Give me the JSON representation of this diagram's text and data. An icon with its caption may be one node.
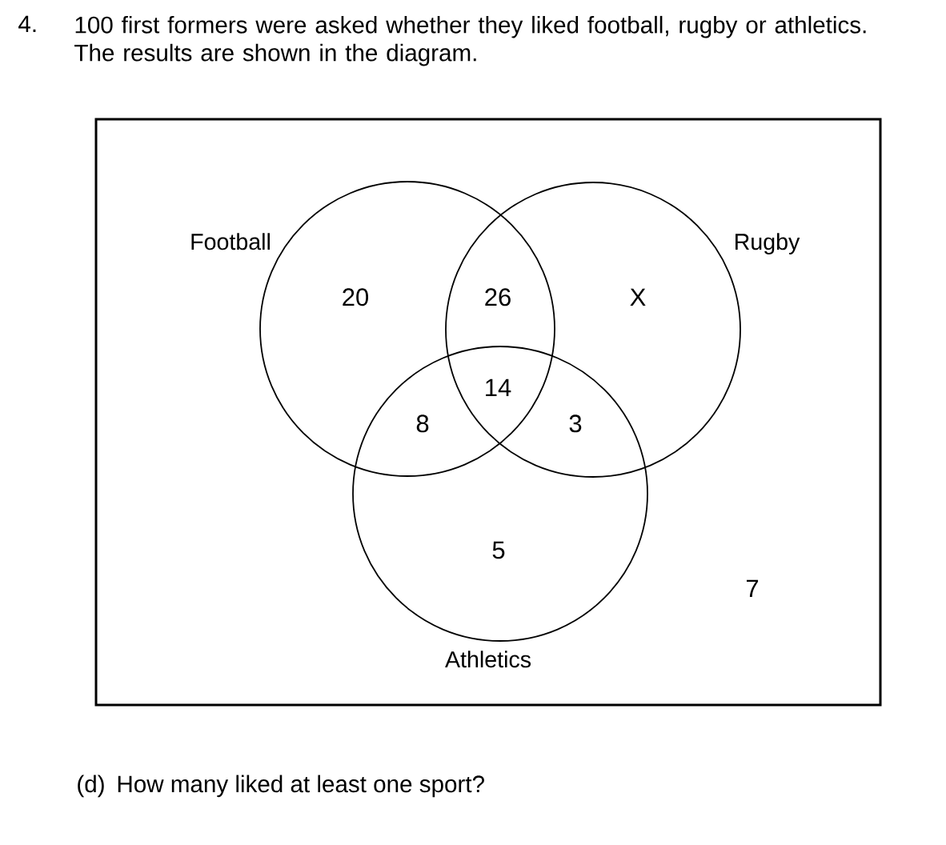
{
  "diagram": {
    "nodes": [
      {
        "text": [],
        "shape": "box"
      },
      {
        "text": [
          "Football"
        ],
        "in": 0
      },
      {
        "text": [
          "Rugby"
        ],
        "in": 0
      },
      {
        "text": [
          "Athletics"
        ],
        "in": 0
      }
    ],
    "labels": [
      "4.",
      "100 first formers were asked whether they liked football, rugby or athletics. The results are shown in the diagram.",
      "20",
      "26",
      "X",
      "14",
      "8",
      "3",
      "5",
      "7",
      "(d)",
      "How many liked at least one sport?"
    ]
  }
}
